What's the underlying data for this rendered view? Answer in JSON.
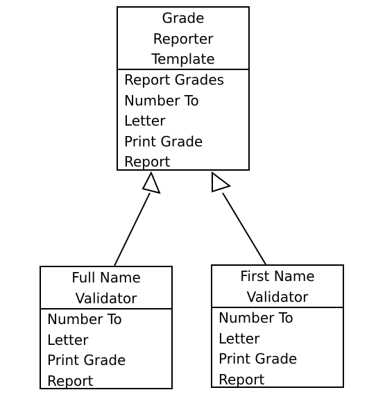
{
  "diagram": {
    "base_class": {
      "title_lines": [
        "Grade",
        "Reporter",
        "Template"
      ],
      "method_lines": [
        "Report Grades",
        "Number To",
        "Letter",
        "Print Grade",
        "Report"
      ]
    },
    "subclass_full_name": {
      "title_lines": [
        "Full Name",
        "Validator"
      ],
      "method_lines": [
        "Number To",
        "Letter",
        "Print Grade",
        "Report"
      ]
    },
    "subclass_first_name": {
      "title_lines": [
        "First Name",
        "Validator"
      ],
      "method_lines": [
        "Number To",
        "Letter",
        "Print Grade",
        "Report"
      ]
    },
    "relations": [
      {
        "from": "subclass_full_name",
        "to": "base_class",
        "kind": "inheritance"
      },
      {
        "from": "subclass_first_name",
        "to": "base_class",
        "kind": "inheritance"
      }
    ]
  }
}
